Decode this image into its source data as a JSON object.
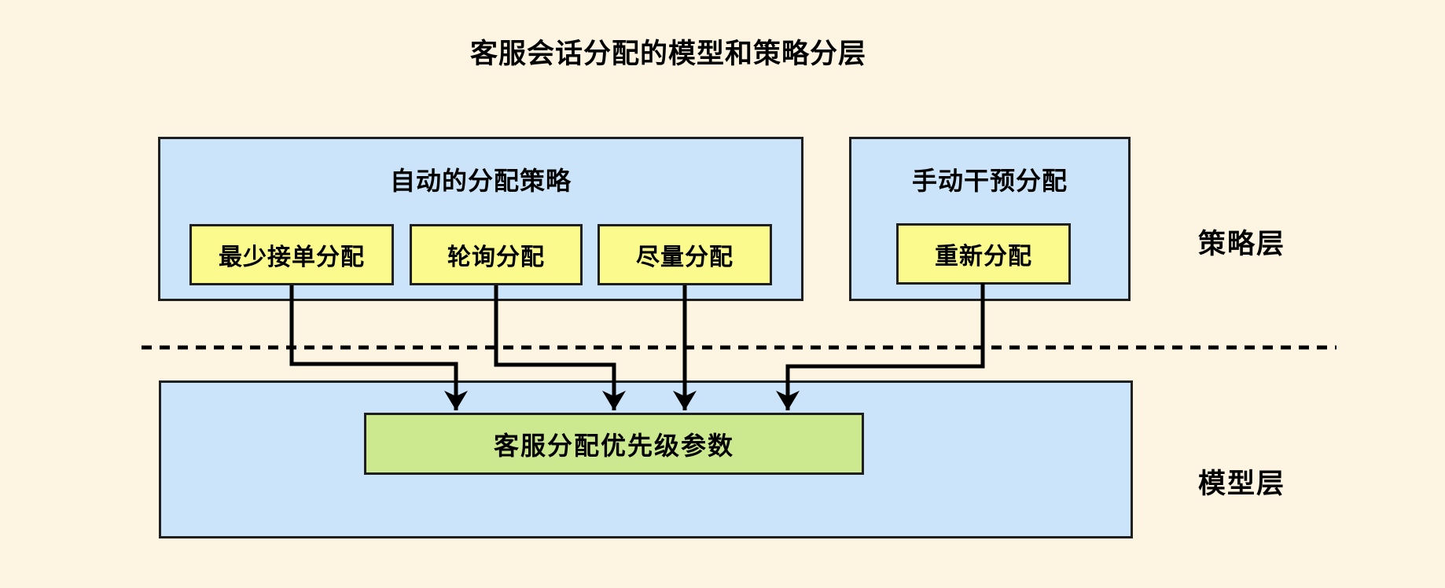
{
  "title": "客服会话分配的模型和策略分层",
  "strategy_layer": {
    "label": "策略层",
    "auto_group": {
      "title": "自动的分配策略",
      "items": [
        "最少接单分配",
        "轮询分配",
        "尽量分配"
      ]
    },
    "manual_group": {
      "title": "手动干预分配",
      "items": [
        "重新分配"
      ]
    }
  },
  "model_layer": {
    "label": "模型层",
    "model_box": "客服分配优先级参数"
  },
  "colors": {
    "background": "#FDF5E2",
    "container_fill": "#CCE4F9",
    "strategy_node_fill": "#FBFB8D",
    "model_node_fill": "#CCE990",
    "border": "#1F1F1F",
    "line": "#000000"
  }
}
